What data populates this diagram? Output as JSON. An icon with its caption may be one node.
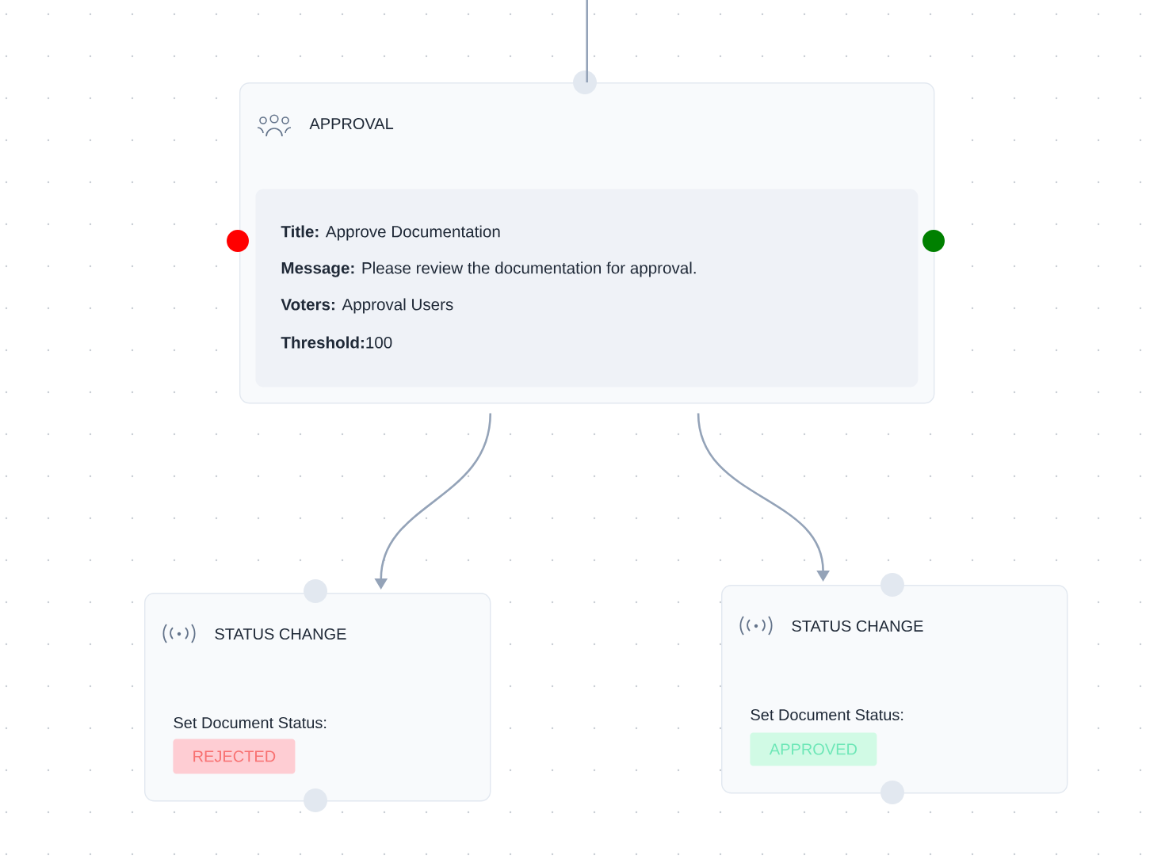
{
  "diagram": {
    "nodes": [
      {
        "text": [
          "APPROVAL"
        ]
      },
      {
        "text": [
          "**Title:** Approve Documentation",
          "**Message:** Please review the documentation for approval.",
          "**Voters:** Approval Users",
          "**Threshold:**100"
        ],
        "in": 0
      },
      {
        "text": [
          "STATUS CHANGE",
          "Set Document Status:"
        ]
      },
      {
        "text": [
          "REJECTED"
        ],
        "in": 2
      },
      {
        "text": [
          "STATUS CHANGE",
          "Set Document Status:"
        ]
      },
      {
        "text": [
          "APPROVED"
        ],
        "in": 4
      }
    ],
    "edges": [
      {
        "from": null,
        "to": 0,
        "arrow": "none"
      },
      {
        "from": 0,
        "to": 2,
        "arrow": "to"
      },
      {
        "from": 0,
        "to": 4,
        "arrow": "to"
      }
    ]
  }
}
